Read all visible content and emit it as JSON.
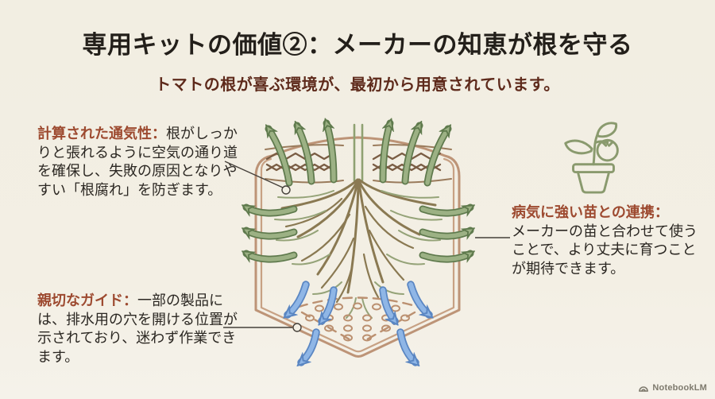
{
  "header": {
    "title": "専用キットの価値②：メーカーの知恵が根を守る",
    "subtitle": "トマトの根が喜ぶ環境が、最初から用意されています。"
  },
  "annotations": {
    "aeration": {
      "label": "計算された通気性：",
      "body": "根がしっかりと張れるように空気の通り道を確保し、失敗の原因となりやすい「根腐れ」を防ぎます。"
    },
    "guide": {
      "label": "親切なガイド：",
      "body": "一部の製品には、排水用の穴を開ける位置が示されており、迷わず作業できます。"
    },
    "seedling": {
      "label": "病気に強い苗との連携：",
      "body": "メーカーの苗と合わせて使うことで、より丈夫に育つことが期待できます。"
    }
  },
  "icons": {
    "center": "grow-bag-with-roots-aeration-and-drainage-illustration",
    "top_right": "potted-tomato-plant-icon",
    "watermark": "notebooklm-logo-icon"
  },
  "footer": {
    "watermark": "NotebookLM"
  },
  "colors": {
    "background": "#f3efe4",
    "title_text": "#231f1a",
    "subtitle_text": "#5e2a1b",
    "accent_label": "#9d4a30",
    "body_text": "#2b2722",
    "pot_outline": "#bd9477",
    "weave_brown": "#7a5d44",
    "root_brown": "#8a7952",
    "root_green": "#95a378",
    "arrow_green_fill": "#9cb184",
    "arrow_green_stroke": "#5f7a4d",
    "arrow_blue_fill": "#8fb6e6",
    "arrow_blue_stroke": "#5a86c2",
    "leader_line": "#45403a",
    "watermark_text": "#7e7a6d"
  }
}
